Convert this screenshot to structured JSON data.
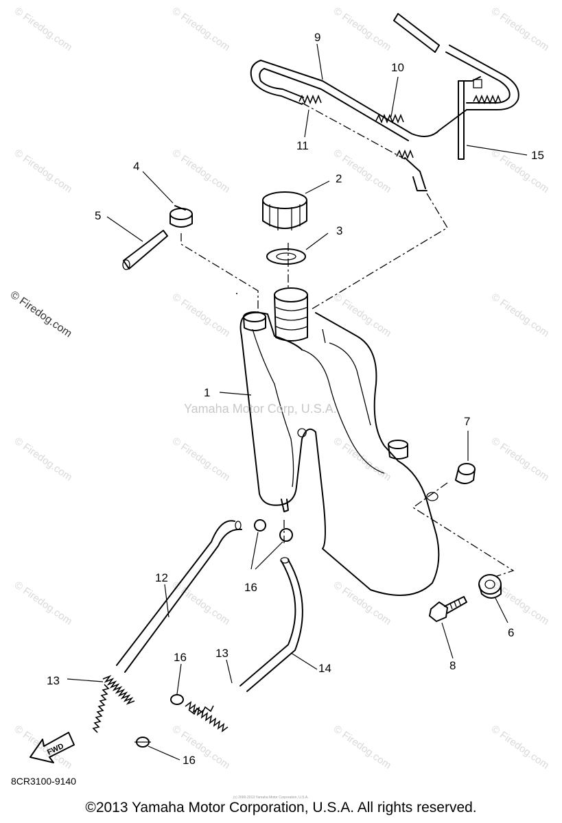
{
  "watermark": {
    "text": "© Firedog.com",
    "center_text": "Yamaha Motor Corp, U.S.A."
  },
  "callouts": [
    "1",
    "2",
    "3",
    "4",
    "5",
    "6",
    "7",
    "8",
    "9",
    "10",
    "11",
    "12",
    "13",
    "13",
    "14",
    "15",
    "16",
    "16",
    "16"
  ],
  "fwd_label": "FWD",
  "diagram_code": "8CR3100-9140",
  "small_copyright": "(c) 2000-2013 Yamaha Motor Corporation, U.S.A.",
  "copyright": "©2013 Yamaha Motor Corporation, U.S.A. All rights reserved."
}
